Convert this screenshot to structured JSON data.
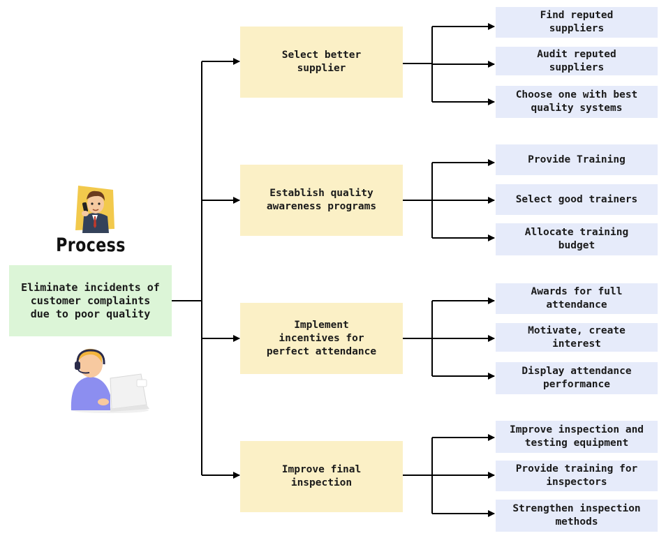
{
  "title": "Process",
  "root": "Eliminate incidents of\ncustomer complaints\ndue to poor quality",
  "branches": [
    {
      "label": "Select better\nsupplier",
      "items": [
        "Find reputed\nsuppliers",
        "Audit reputed\nsuppliers",
        "Choose one with best\nquality systems"
      ]
    },
    {
      "label": "Establish quality\nawareness programs",
      "items": [
        "Provide Training",
        "Select good trainers",
        "Allocate training\nbudget"
      ]
    },
    {
      "label": "Implement\nincentives for\nperfect attendance",
      "items": [
        "Awards for full\nattendance",
        "Motivate, create\ninterest",
        "Display attendance\nperformance"
      ]
    },
    {
      "label": "Improve final\ninspection",
      "items": [
        "Improve inspection and\ntesting equipment",
        "Provide training for\ninspectors",
        "Strengthen inspection\nmethods"
      ]
    }
  ],
  "colors": {
    "root_fill": "#dcf5d7",
    "branch_fill": "#fbf0c6",
    "leaf_fill": "#e6ebfa",
    "connector": "#000000"
  },
  "icons": [
    "businessman-phone-icon",
    "support-agent-laptop-icon"
  ]
}
